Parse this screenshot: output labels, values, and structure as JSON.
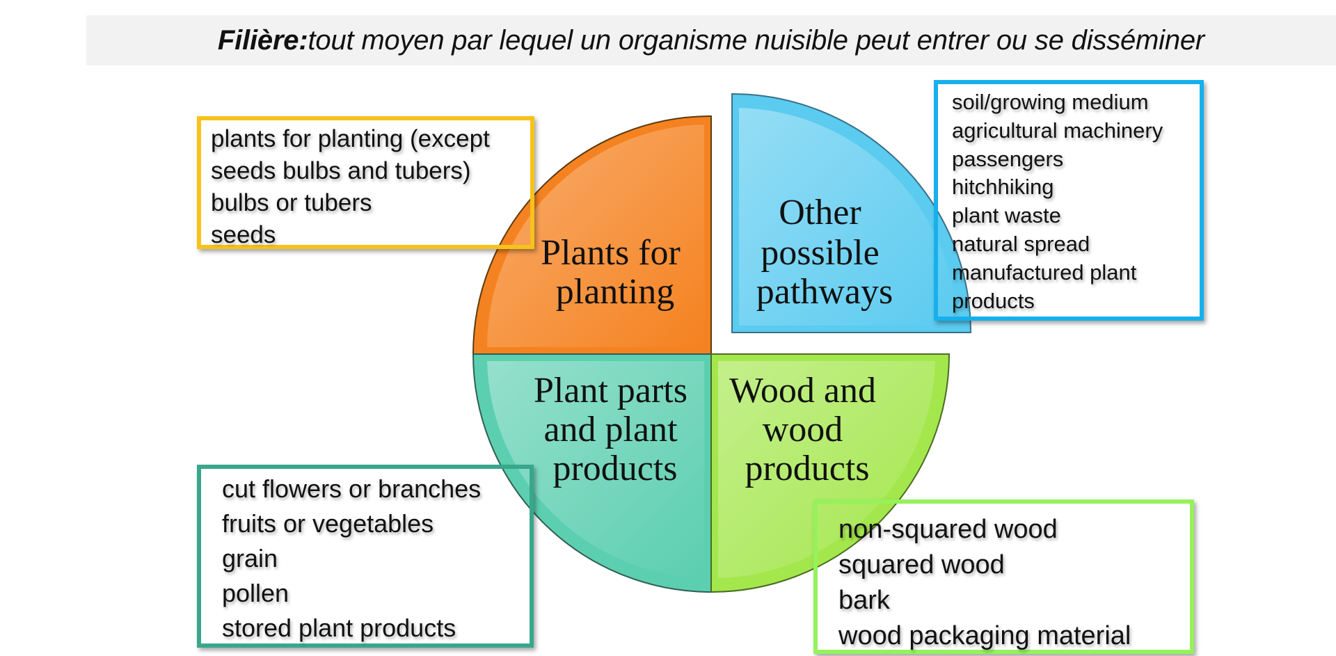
{
  "title": {
    "term": "Filière:",
    "definition": " tout moyen par lequel un organisme nuisible peut entrer ou se disséminer"
  },
  "quadrants": {
    "plants_for_planting": {
      "lines": [
        "Plants for",
        "planting"
      ],
      "color": "#f58220"
    },
    "other_pathways": {
      "lines": [
        "Other",
        "possible",
        "pathways"
      ],
      "color": "#5bcbf0"
    },
    "plant_parts": {
      "lines": [
        "Plant parts",
        "and plant",
        "products"
      ],
      "color": "#5ccfb0"
    },
    "wood": {
      "lines": [
        "Wood and",
        "wood",
        "products"
      ],
      "color": "#a4e74d"
    }
  },
  "boxes": {
    "plants_for_planting": {
      "border_color": "#f7c21b",
      "items": [
        "plants for planting (except",
        "seeds bulbs and tubers)",
        "bulbs or tubers",
        "seeds"
      ]
    },
    "other_pathways": {
      "border_color": "#16b0ec",
      "items": [
        "soil/growing medium",
        "agricultural machinery",
        "passengers",
        "hitchhiking",
        "plant waste",
        "natural spread",
        "manufactured plant",
        "products"
      ]
    },
    "plant_parts": {
      "border_color": "#38a78b",
      "items": [
        "cut flowers or branches",
        "fruits or vegetables",
        "grain",
        "pollen",
        "stored plant products"
      ]
    },
    "wood": {
      "border_color": "#95f25a",
      "items": [
        "non-squared wood",
        "squared wood",
        "bark",
        "wood packaging material"
      ]
    }
  }
}
